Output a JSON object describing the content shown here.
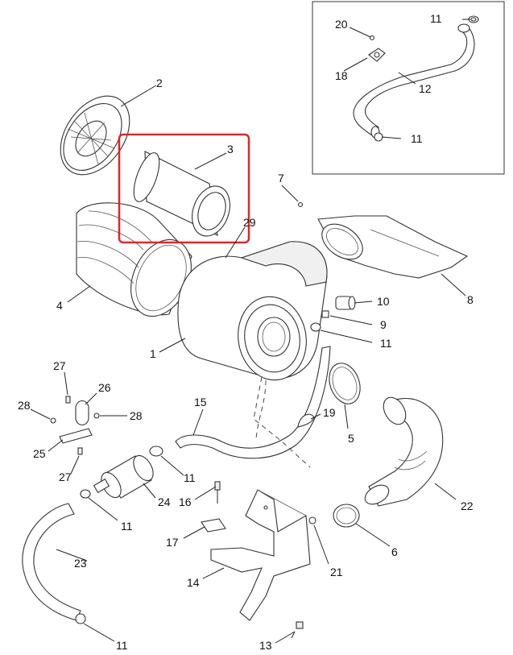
{
  "callouts": [
    {
      "id": "c1",
      "text": "1"
    },
    {
      "id": "c2",
      "text": "2"
    },
    {
      "id": "c3",
      "text": "3"
    },
    {
      "id": "c4",
      "text": "4"
    },
    {
      "id": "c5",
      "text": "5"
    },
    {
      "id": "c6",
      "text": "6"
    },
    {
      "id": "c7",
      "text": "7"
    },
    {
      "id": "c8",
      "text": "8"
    },
    {
      "id": "c9",
      "text": "9"
    },
    {
      "id": "c10",
      "text": "10"
    },
    {
      "id": "c11a",
      "text": "11"
    },
    {
      "id": "c11b",
      "text": "11"
    },
    {
      "id": "c11c",
      "text": "11"
    },
    {
      "id": "c11d",
      "text": "11"
    },
    {
      "id": "c11e",
      "text": "11"
    },
    {
      "id": "c11f",
      "text": "11"
    },
    {
      "id": "c12",
      "text": "12"
    },
    {
      "id": "c13",
      "text": "13"
    },
    {
      "id": "c14",
      "text": "14"
    },
    {
      "id": "c15",
      "text": "15"
    },
    {
      "id": "c16",
      "text": "16"
    },
    {
      "id": "c17",
      "text": "17"
    },
    {
      "id": "c18",
      "text": "18"
    },
    {
      "id": "c19",
      "text": "19"
    },
    {
      "id": "c20",
      "text": "20"
    },
    {
      "id": "c21",
      "text": "21"
    },
    {
      "id": "c22",
      "text": "22"
    },
    {
      "id": "c23",
      "text": "23"
    },
    {
      "id": "c24",
      "text": "24"
    },
    {
      "id": "c25",
      "text": "25"
    },
    {
      "id": "c26",
      "text": "26"
    },
    {
      "id": "c27a",
      "text": "27"
    },
    {
      "id": "c27b",
      "text": "27"
    },
    {
      "id": "c28a",
      "text": "28"
    },
    {
      "id": "c28b",
      "text": "28"
    },
    {
      "id": "c29",
      "text": "29"
    }
  ],
  "colors": {
    "highlight": "#e0262a",
    "line": "#222222",
    "part_fill": "#ffffff"
  }
}
